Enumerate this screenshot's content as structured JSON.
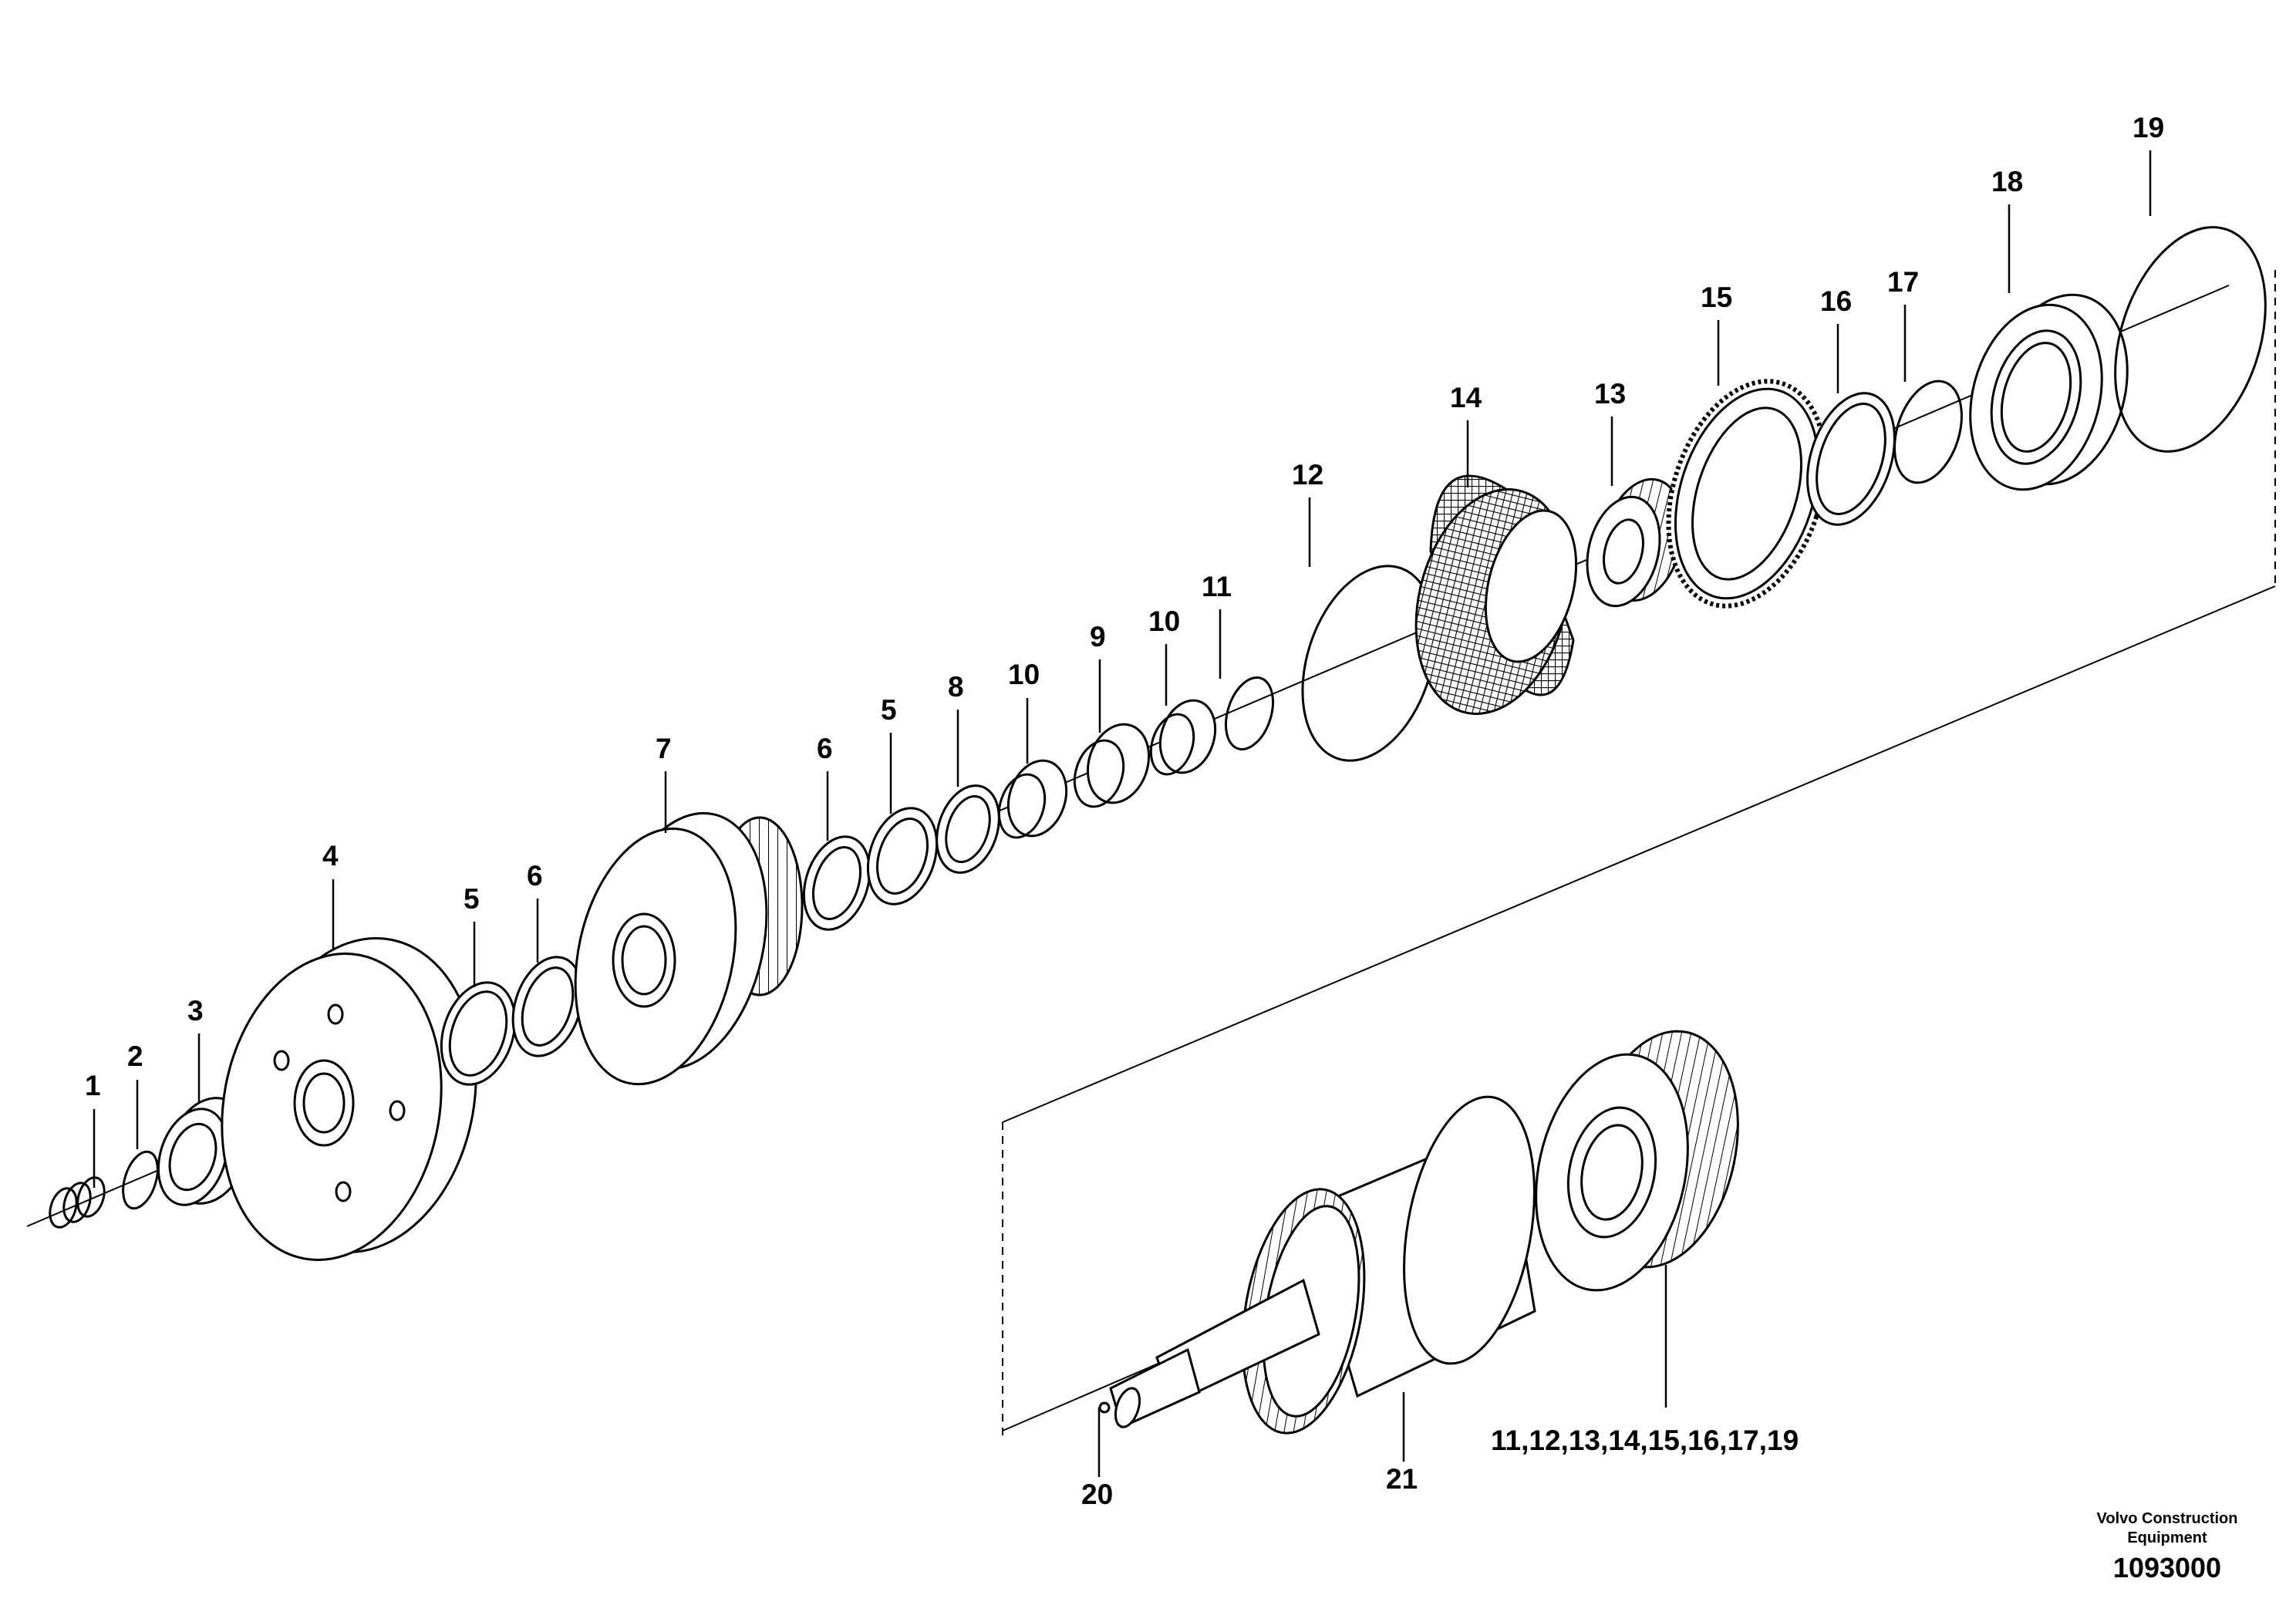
{
  "labels": {
    "p1": "1",
    "p2": "2",
    "p3": "3",
    "p4": "4",
    "p5a": "5",
    "p6a": "6",
    "p7": "7",
    "p6b": "6",
    "p5b": "5",
    "p8": "8",
    "p10a": "10",
    "p9": "9",
    "p10b": "10",
    "p11": "11",
    "p12": "12",
    "p14": "14",
    "p13": "13",
    "p15": "15",
    "p16": "16",
    "p17": "17",
    "p18": "18",
    "p19": "19",
    "p20": "20",
    "p21": "21",
    "kit": "11,12,13,14,15,16,17,19"
  },
  "footer": {
    "brand_line1": "Volvo Construction",
    "brand_line2": "Equipment",
    "drawing_number": "1093000"
  }
}
